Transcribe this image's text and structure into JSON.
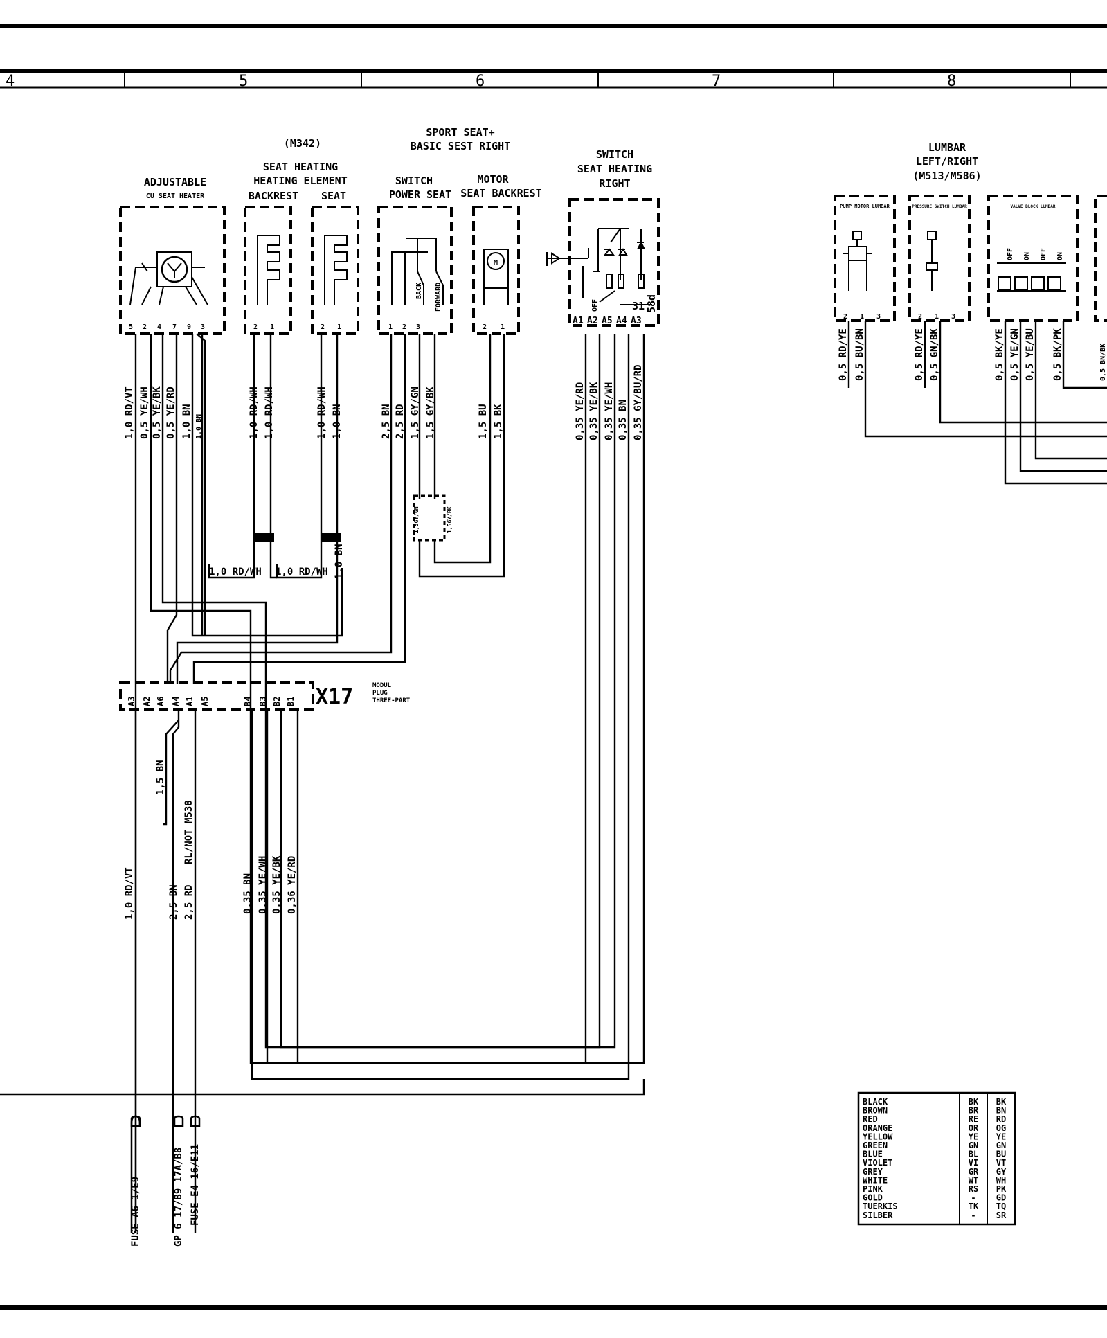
{
  "grid": {
    "columns": [
      "4",
      "5",
      "6",
      "7",
      "8"
    ]
  },
  "components": {
    "adjustable": {
      "title": "ADJUSTABLE",
      "subtitle": "CU SEAT HEATER",
      "pins": [
        "5",
        "2",
        "4",
        "7",
        "9",
        "3"
      ]
    },
    "seat_heating": {
      "ref": "(M342)",
      "title": "SEAT HEATING",
      "subtitle": "HEATING ELEMENT",
      "backrest": "BACKREST",
      "seat": "SEAT",
      "pins": [
        "2",
        "1"
      ]
    },
    "sport_seat": {
      "line1": "SPORT SEAT+",
      "line2": "BASIC SEST RIGHT"
    },
    "switch_power_seat": {
      "line1": "SWITCH",
      "line2": "POWER SEAT",
      "pins": [
        "1",
        "2",
        "3"
      ],
      "back": "BACK",
      "forward": "FORWARD"
    },
    "motor_backrest": {
      "line1": "MOTOR",
      "line2": "SEAT BACKREST",
      "symbol": "M",
      "pins": [
        "2",
        "1"
      ]
    },
    "switch_heating": {
      "line1": "SWITCH",
      "line2": "SEAT HEATING",
      "line3": "RIGHT",
      "off": "OFF",
      "pin_31": "31",
      "pin_58d": "58d",
      "pins": [
        "A1",
        "A2",
        "A5",
        "A4",
        "A3"
      ]
    },
    "lumbar": {
      "line1": "LUMBAR",
      "line2": "LEFT/RIGHT",
      "line3": "(M513/M586)",
      "pump": "PUMP MOTOR LUMBAR",
      "pressure": "PRESSURE SWITCH LUMBAR",
      "valve": "VALVE BLOCK LUMBAR",
      "off": "OFF",
      "on": "ON",
      "pins": [
        "2",
        "1",
        "3"
      ]
    },
    "x17": {
      "label": "X17",
      "desc1": "MODUL",
      "desc2": "PLUG",
      "desc3": "THREE-PART",
      "pins": [
        "A3",
        "A2",
        "A6",
        "A4",
        "A1",
        "A5",
        "B4",
        "B3",
        "B2",
        "B1"
      ]
    }
  },
  "wires": {
    "adjustable": [
      "1,0 RD/VT",
      "0,5 YE/WH",
      "0,5 YE/BK",
      "0,5 YE/RD",
      "1,0 BN",
      "1,0 BN"
    ],
    "backrest": [
      "1,0 RD/WH",
      "1,0 RD/WH"
    ],
    "seat": [
      "1,0 RD/WH",
      "1,0 BN"
    ],
    "power_seat": [
      "2,5 BN",
      "2,5 RD",
      "1,5 GY/GN",
      "1,5 GY/BK"
    ],
    "motor": [
      "1,5 BU",
      "1,5 BK"
    ],
    "switch_heating": [
      "0,35 YE/RD",
      "0,35 YE/BK",
      "0,35 YE/WH",
      "0,35 BN",
      "0,35 GY/BU/RD"
    ],
    "horizontal": [
      "1,0 RD/WH",
      "1,0 RD/WH",
      "1,0 BN"
    ],
    "connector": [
      "1,5GY/GN",
      "1,5GY/BK"
    ],
    "lower_left": [
      "1,5 BN",
      "1,0 RD/VT",
      "2,5 BN",
      "2,5 RD",
      "RL/NOT M538"
    ],
    "lower_b": [
      "0,35 BN",
      "0,35 YE/WH",
      "0,35 YE/BK",
      "0,36 YE/RD"
    ],
    "lumbar": [
      "0,5 RD/YE",
      "0,5 BU/BN",
      "0,5 RD/YE",
      "0,5 GN/BK",
      "0,5 BK/YE",
      "0,5 YE/GN",
      "0,5 YE/BU",
      "0,5 BK/PK",
      "0,5 BN/BK"
    ]
  },
  "terminals": [
    "FUSE A6  1/E9",
    "GP 6 17/B9  17A/B8",
    "FUSE E4  16/E11"
  ],
  "color_legend": [
    {
      "name": "BLACK",
      "de": "BK",
      "code": "BK"
    },
    {
      "name": "BROWN",
      "de": "BR",
      "code": "BN"
    },
    {
      "name": "RED",
      "de": "RE",
      "code": "RD"
    },
    {
      "name": "ORANGE",
      "de": "OR",
      "code": "OG"
    },
    {
      "name": "YELLOW",
      "de": "YE",
      "code": "YE"
    },
    {
      "name": "GREEN",
      "de": "GN",
      "code": "GN"
    },
    {
      "name": "BLUE",
      "de": "BL",
      "code": "BU"
    },
    {
      "name": "VIOLET",
      "de": "VI",
      "code": "VT"
    },
    {
      "name": "GREY",
      "de": "GR",
      "code": "GY"
    },
    {
      "name": "WHITE",
      "de": "WT",
      "code": "WH"
    },
    {
      "name": "PINK",
      "de": "RS",
      "code": "PK"
    },
    {
      "name": "GOLD",
      "de": "-",
      "code": "GD"
    },
    {
      "name": "TUERKIS",
      "de": "TK",
      "code": "TQ"
    },
    {
      "name": "SILBER",
      "de": "-",
      "code": "SR"
    }
  ]
}
